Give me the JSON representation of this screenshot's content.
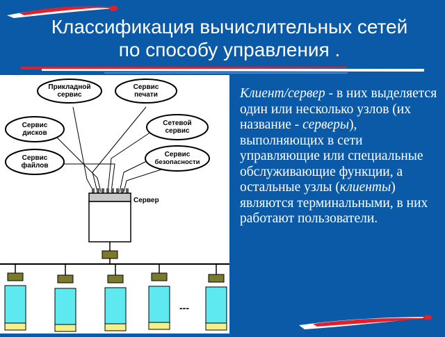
{
  "title": "Классификация вычислительных сетей по способу управления .",
  "diagram": {
    "services": [
      {
        "line1": "Прикладной",
        "line2": "сервис"
      },
      {
        "line1": "Сервис",
        "line2": "печати"
      },
      {
        "line1": "Сервис",
        "line2": "дисков"
      },
      {
        "line1": "Сетевой",
        "line2": "сервис"
      },
      {
        "line1": "Сервис",
        "line2": "файлов"
      },
      {
        "line1": "Сервис",
        "line2": "безопасности"
      }
    ],
    "server_label": "Сервер",
    "ellipsis": "---"
  },
  "text": {
    "term": "Клиент/сервер",
    "part1": " - в них выделяется один или несколько узлов (их название - ",
    "servers": "серверы",
    "part2": "), выполняющих в сети управляющие или специальные обслуживающие функции, а остальные узлы (",
    "clients": "клиенты",
    "part3": ") являются терминальными, в них работают пользователи."
  },
  "colors": {
    "background": "#0a5aa8",
    "stripe_red": "#e0202a",
    "stripe_white": "#ffffff",
    "stripe_blue": "#3c8ae0",
    "terminal_fill": "#5ee8f0",
    "terminal_base": "#f5ef8a",
    "plug": "#7a7a2a"
  }
}
